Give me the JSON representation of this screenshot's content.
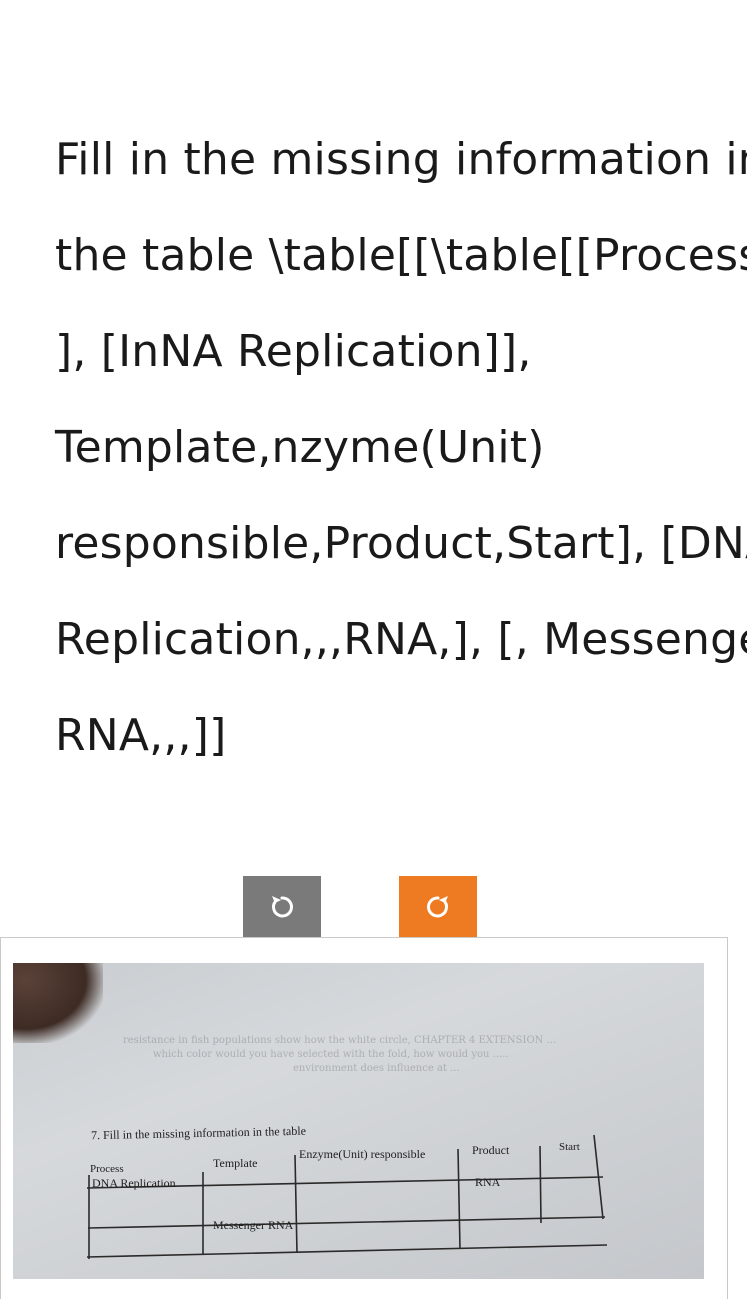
{
  "question": {
    "lines": [
      "Fill in the missing information in",
      "the table \\table[[\\table[[Process",
      "], [InNA Replication]],",
      "Template,nzyme(Unit)",
      "responsible,Product,Start], [DNA",
      "Replication,,,RNA,], [, Messenger",
      "RNA,,,]]"
    ]
  },
  "controls": {
    "rotate_left_icon": "rotate-counterclockwise-icon",
    "rotate_right_icon": "rotate-clockwise-icon",
    "rotate_left_color": "#7a7a7a",
    "rotate_right_color": "#ee7a22"
  },
  "photo": {
    "heading": "7. Fill in the missing information in the table",
    "table": {
      "headers": [
        "Process",
        "Template",
        "Enzyme(Unit) responsible",
        "Product",
        "Start"
      ],
      "rows": [
        [
          "DNA Replication",
          "",
          "",
          "RNA",
          ""
        ],
        [
          "",
          "",
          "",
          "",
          ""
        ],
        [
          "",
          "Messenger RNA",
          "",
          "",
          ""
        ]
      ]
    }
  }
}
